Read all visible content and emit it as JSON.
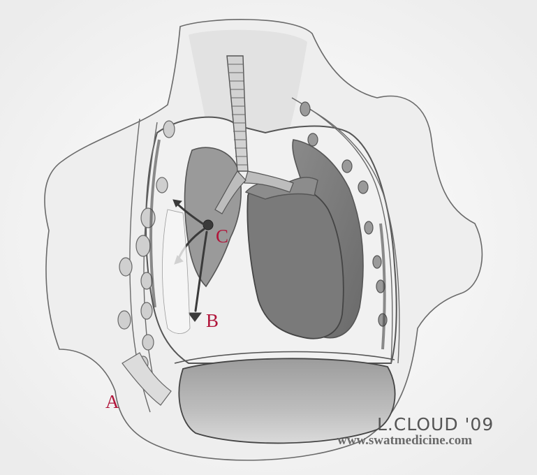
{
  "colors": {
    "label": "#b0153a",
    "pencil": "#5c5c5c",
    "shade_dark": "#6f6f6f",
    "shade_mid": "#9a9a9a",
    "shade_light": "#d3d3d3",
    "paper": "#f6f6f6"
  },
  "labels": {
    "a": "A",
    "b": "B",
    "c": "C"
  },
  "signature": "L.CLOUD '09",
  "website": "www.swatmedicine.com"
}
